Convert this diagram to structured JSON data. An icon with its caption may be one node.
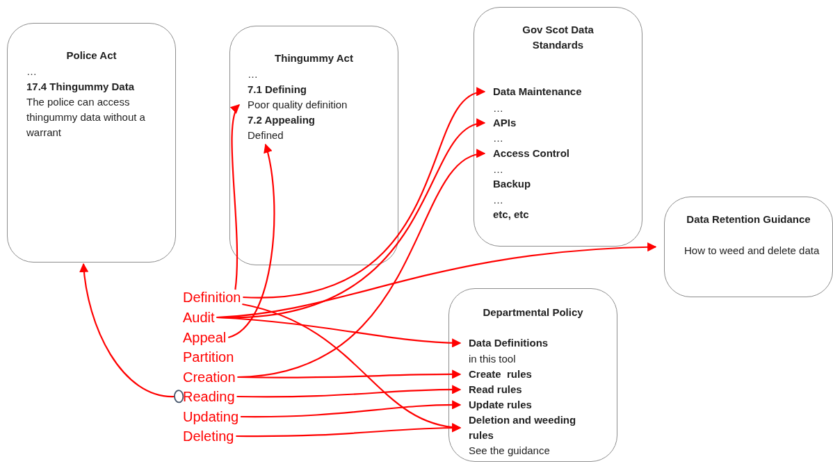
{
  "diagram": {
    "nodes": [
      {
        "text": [
          "Police Act",
          "…",
          "17.4 Thingummy Data",
          "The police can access thingummy data without a warrant"
        ]
      },
      {
        "text": [
          "Thingummy Act"
        ]
      },
      {
        "text": [
          "…"
        ],
        "in": 1
      },
      {
        "text": [
          "7.1 Defining"
        ],
        "in": 1
      },
      {
        "text": [
          "Poor quality definition"
        ],
        "in": 1
      },
      {
        "text": [
          "7.2 Appealing"
        ],
        "in": 1
      },
      {
        "text": [
          "Defined"
        ],
        "in": 1
      },
      {
        "text": [
          "Gov Scot Data Standards"
        ]
      },
      {
        "text": [
          "Data Maintenance"
        ],
        "in": 7
      },
      {
        "text": [
          "…"
        ],
        "in": 7
      },
      {
        "text": [
          "APIs"
        ],
        "in": 7
      },
      {
        "text": [
          "…"
        ],
        "in": 7
      },
      {
        "text": [
          "Access Control"
        ],
        "in": 7
      },
      {
        "text": [
          "…"
        ],
        "in": 7
      },
      {
        "text": [
          "Backup"
        ],
        "in": 7
      },
      {
        "text": [
          "…"
        ],
        "in": 7
      },
      {
        "text": [
          "etc, etc"
        ],
        "in": 7
      },
      {
        "text": [
          "Data Retention Guidance",
          "How to weed and delete data"
        ]
      },
      {
        "text": [
          "Definition"
        ]
      },
      {
        "text": [
          "Audit"
        ]
      },
      {
        "text": [
          "Appeal"
        ]
      },
      {
        "text": [
          "Partition"
        ]
      },
      {
        "text": [
          "Creation"
        ]
      },
      {
        "text": [
          "Reading"
        ]
      },
      {
        "text": [
          "Updating"
        ]
      },
      {
        "text": [
          "Deleting"
        ]
      },
      {
        "text": [
          "Departmental Policy"
        ]
      },
      {
        "text": [
          "Data Definitions"
        ],
        "in": 26
      },
      {
        "text": [
          "in this tool"
        ],
        "in": 26
      },
      {
        "text": [
          "Create  rules"
        ],
        "in": 26
      },
      {
        "text": [
          "Read rules"
        ],
        "in": 26
      },
      {
        "text": [
          "Update rules"
        ],
        "in": 26
      },
      {
        "text": [
          "Deletion and weeding rules"
        ],
        "in": 26
      },
      {
        "text": [
          "See the guidance"
        ],
        "in": 26
      }
    ],
    "edges": [
      {
        "from": 18,
        "to": 4,
        "arrow": "to"
      },
      {
        "from": 18,
        "to": 8,
        "arrow": "to"
      },
      {
        "from": 18,
        "to": 32,
        "arrow": "to"
      },
      {
        "from": 19,
        "to": 10,
        "arrow": "to"
      },
      {
        "from": 19,
        "to": 17,
        "arrow": "to"
      },
      {
        "from": 19,
        "to": 27,
        "arrow": "to"
      },
      {
        "from": 20,
        "to": 6,
        "arrow": "to"
      },
      {
        "from": 22,
        "to": 12,
        "arrow": "to"
      },
      {
        "from": 22,
        "to": 29,
        "arrow": "to"
      },
      {
        "from": 23,
        "to": 30,
        "arrow": "to"
      },
      {
        "from": 24,
        "to": 31,
        "arrow": "to"
      },
      {
        "from": 25,
        "to": 32,
        "arrow": "to"
      },
      {
        "from": 23,
        "to": 0,
        "arrow": "to"
      }
    ]
  }
}
